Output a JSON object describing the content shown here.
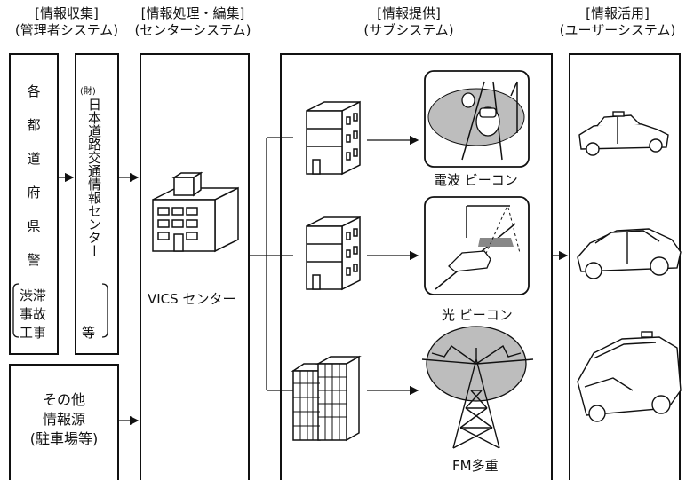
{
  "headers": [
    {
      "line1": "[情報収集]",
      "line2": "(管理者システム)"
    },
    {
      "line1": "[情報処理・編集]",
      "line2": "(センターシステム)"
    },
    {
      "line1": "[情報提供]",
      "line2": "(サブシステム)"
    },
    {
      "line1": "[情報活用]",
      "line2": "(ユーザーシステム)"
    }
  ],
  "prefecture_police": [
    "各",
    "都",
    "道",
    "府",
    "県",
    "警"
  ],
  "road_center": {
    "prefix": "(財)",
    "name": "日本道路交通情報センター"
  },
  "info_types": {
    "line1": "渋滞",
    "line2": "事故",
    "line3": "工事",
    "suffix": "等"
  },
  "other_sources": {
    "line1": "その他",
    "line2": "情報源",
    "line3": "(駐車場等)"
  },
  "vics_center": "VICS センター",
  "media": {
    "radio_beacon": "電波 ビーコン",
    "optical_beacon": "光 ビーコン",
    "fm_multiplex": "FM多重"
  }
}
